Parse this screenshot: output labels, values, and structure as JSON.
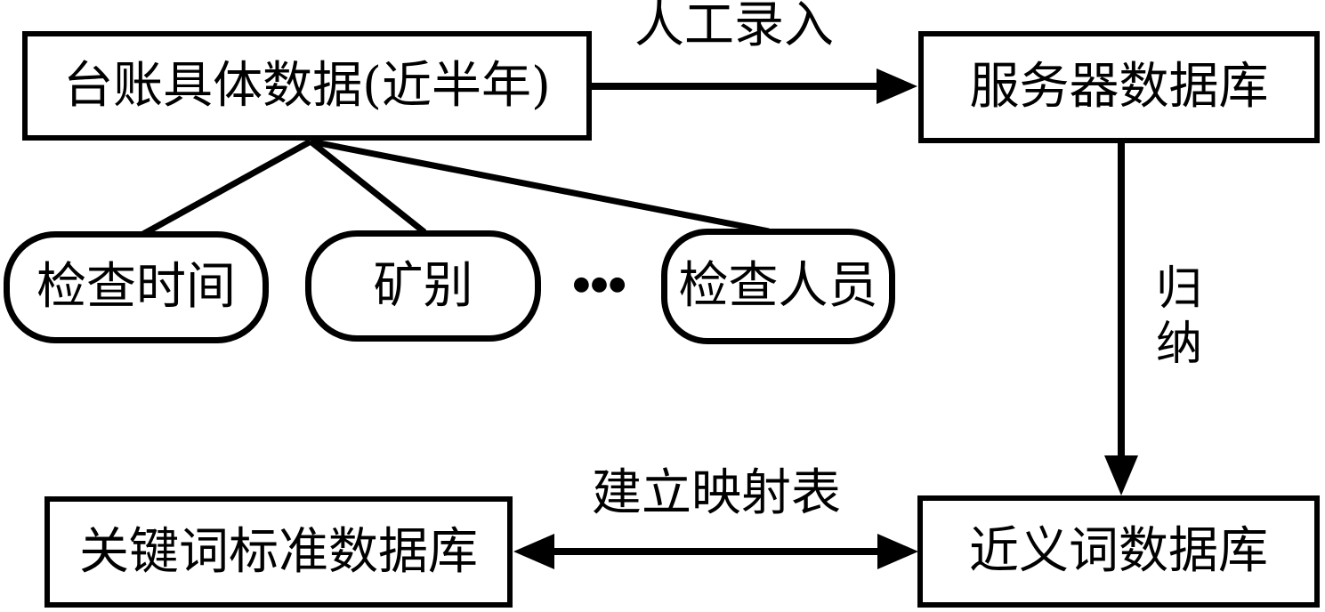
{
  "diagram": {
    "background_color": "#ffffff",
    "ink_color": "#000000",
    "nodes": {
      "ledger": {
        "label": "台账具体数据(近半年)",
        "shape": "rectangle"
      },
      "server_db": {
        "label": "服务器数据库",
        "shape": "rectangle"
      },
      "check_time": {
        "label": "检查时间",
        "shape": "rounded"
      },
      "mine_type": {
        "label": "矿别",
        "shape": "rounded"
      },
      "check_person": {
        "label": "检查人员",
        "shape": "rounded"
      },
      "keyword_db": {
        "label": "关键词标准数据库",
        "shape": "rectangle"
      },
      "synonym_db": {
        "label": "近义词数据库",
        "shape": "rectangle"
      },
      "ellipsis": {
        "label": "●●●"
      }
    },
    "edges": {
      "manual_entry": {
        "label": "人工录入",
        "from": "ledger",
        "to": "server_db",
        "type": "arrow"
      },
      "induction": {
        "label": "归纳",
        "from": "server_db",
        "to": "synonym_db",
        "type": "arrow"
      },
      "mapping": {
        "label": "建立映射表",
        "from": "keyword_db",
        "to": "synonym_db",
        "type": "double-arrow"
      },
      "attribute_links": {
        "from": "ledger",
        "to": [
          "check_time",
          "mine_type",
          "check_person"
        ],
        "type": "line"
      }
    }
  }
}
